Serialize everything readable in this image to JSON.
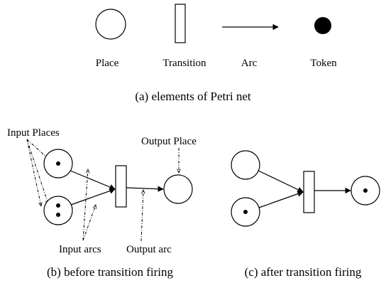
{
  "legend": {
    "place_label": "Place",
    "transition_label": "Transition",
    "arc_label": "Arc",
    "token_label": "Token",
    "caption": "(a) elements of Petri net"
  },
  "before": {
    "input_places_label": "Input Places",
    "output_place_label": "Output Place",
    "input_arcs_label": "Input arcs",
    "output_arc_label": "Output arc",
    "caption": "(b) before transition firing",
    "tokens": {
      "input_place_top": 1,
      "input_place_bottom": 2,
      "output_place": 0
    }
  },
  "after": {
    "caption": "(c) after transition firing",
    "tokens": {
      "input_place_top": 0,
      "input_place_bottom": 1,
      "output_place": 1
    }
  },
  "colors": {
    "stroke": "#000000",
    "background": "#ffffff",
    "token": "#000000"
  }
}
